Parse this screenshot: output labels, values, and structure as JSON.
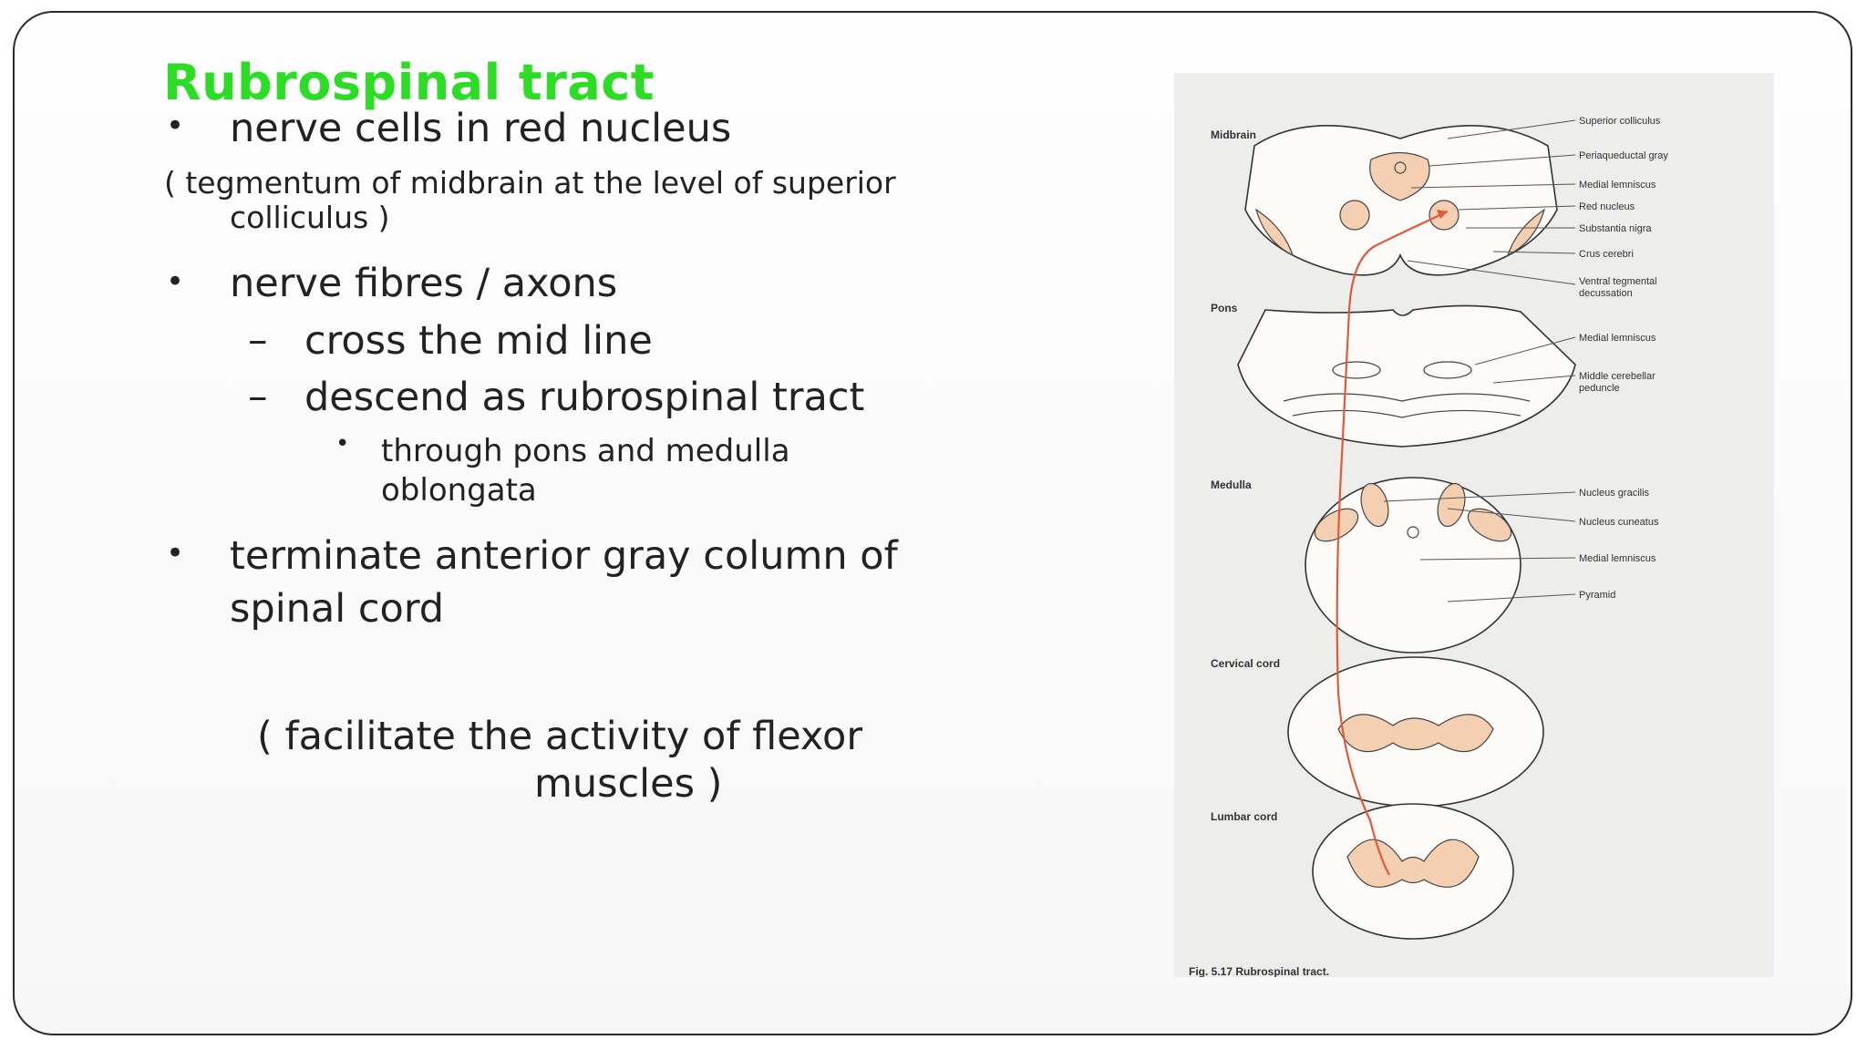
{
  "slide": {
    "title": "Rubrospinal tract",
    "bullets": [
      {
        "text": "nerve cells in red nucleus"
      },
      {
        "note": "( tegmentum of midbrain at the level of superior",
        "note_cont": "colliculus )"
      },
      {
        "text": "nerve fibres / axons"
      },
      {
        "dash1": "cross the mid line"
      },
      {
        "dash2": "descend as rubrospinal tract"
      },
      {
        "sub": "through pons and medulla",
        "sub_cont": "oblongata"
      },
      {
        "text": "terminate anterior gray column of",
        "text_cont": "spinal cord"
      }
    ],
    "footnote_line1": "( facilitate the activity of flexor",
    "footnote_line2": "muscles )"
  },
  "figure": {
    "sections": [
      "Midbrain",
      "Pons",
      "Medulla",
      "Cervical cord",
      "Lumbar cord"
    ],
    "labels": {
      "superior_colliculus": "Superior colliculus",
      "periaqueductal_gray": "Periaqueductal gray",
      "medial_lemniscus": "Medial lemniscus",
      "red_nucleus": "Red nucleus",
      "substantia_nigra": "Substantia nigra",
      "crus_cerebri": "Crus cerebri",
      "ventral_tegmental": "Ventral tegmental",
      "decussation": "decussation",
      "pons_medial_lemniscus": "Medial lemniscus",
      "middle_cerebellar": "Middle cerebellar",
      "peduncle": "peduncle",
      "nucleus_gracilis": "Nucleus gracilis",
      "nucleus_cuneatus": "Nucleus cuneatus",
      "medulla_medial_lemniscus": "Medial lemniscus",
      "pyramid": "Pyramid"
    },
    "caption": "Fig. 5.17  Rubrospinal tract.",
    "colors": {
      "shading": "#f5cfb2",
      "tract": "#e05a3a"
    }
  }
}
